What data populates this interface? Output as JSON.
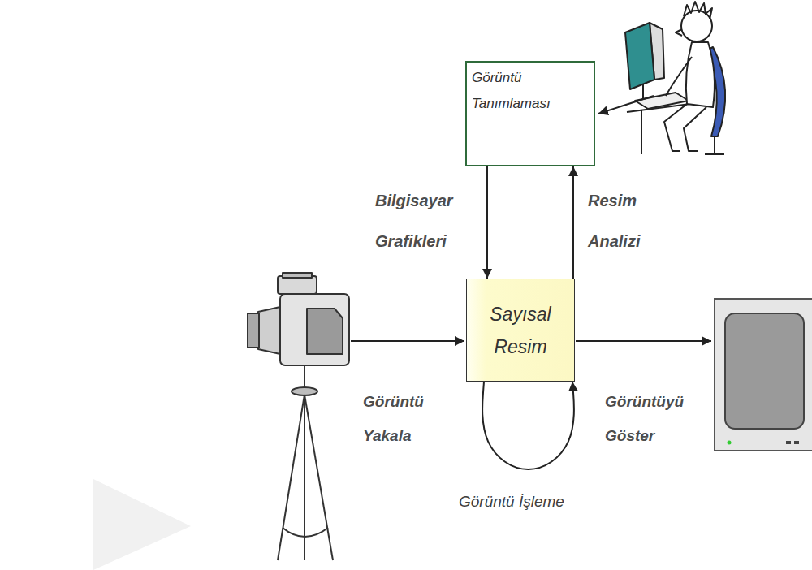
{
  "diagram": {
    "nodes": [
      {
        "text": [
          "Görüntü Tanımlaması"
        ]
      },
      {
        "text": [
          "Sayısal Resim"
        ]
      }
    ],
    "edges": [
      {
        "from": 0,
        "to": 1,
        "arrow": "to",
        "label": "Bilgisayar Grafikleri"
      },
      {
        "from": 1,
        "to": 0,
        "arrow": "to",
        "label": "Resim Analizi"
      },
      {
        "from": 1,
        "to": 1,
        "arrow": "to",
        "label": "Görüntü İşleme"
      }
    ],
    "labels": [
      "Görüntü Yakala",
      "Görüntüyü Göster"
    ]
  }
}
